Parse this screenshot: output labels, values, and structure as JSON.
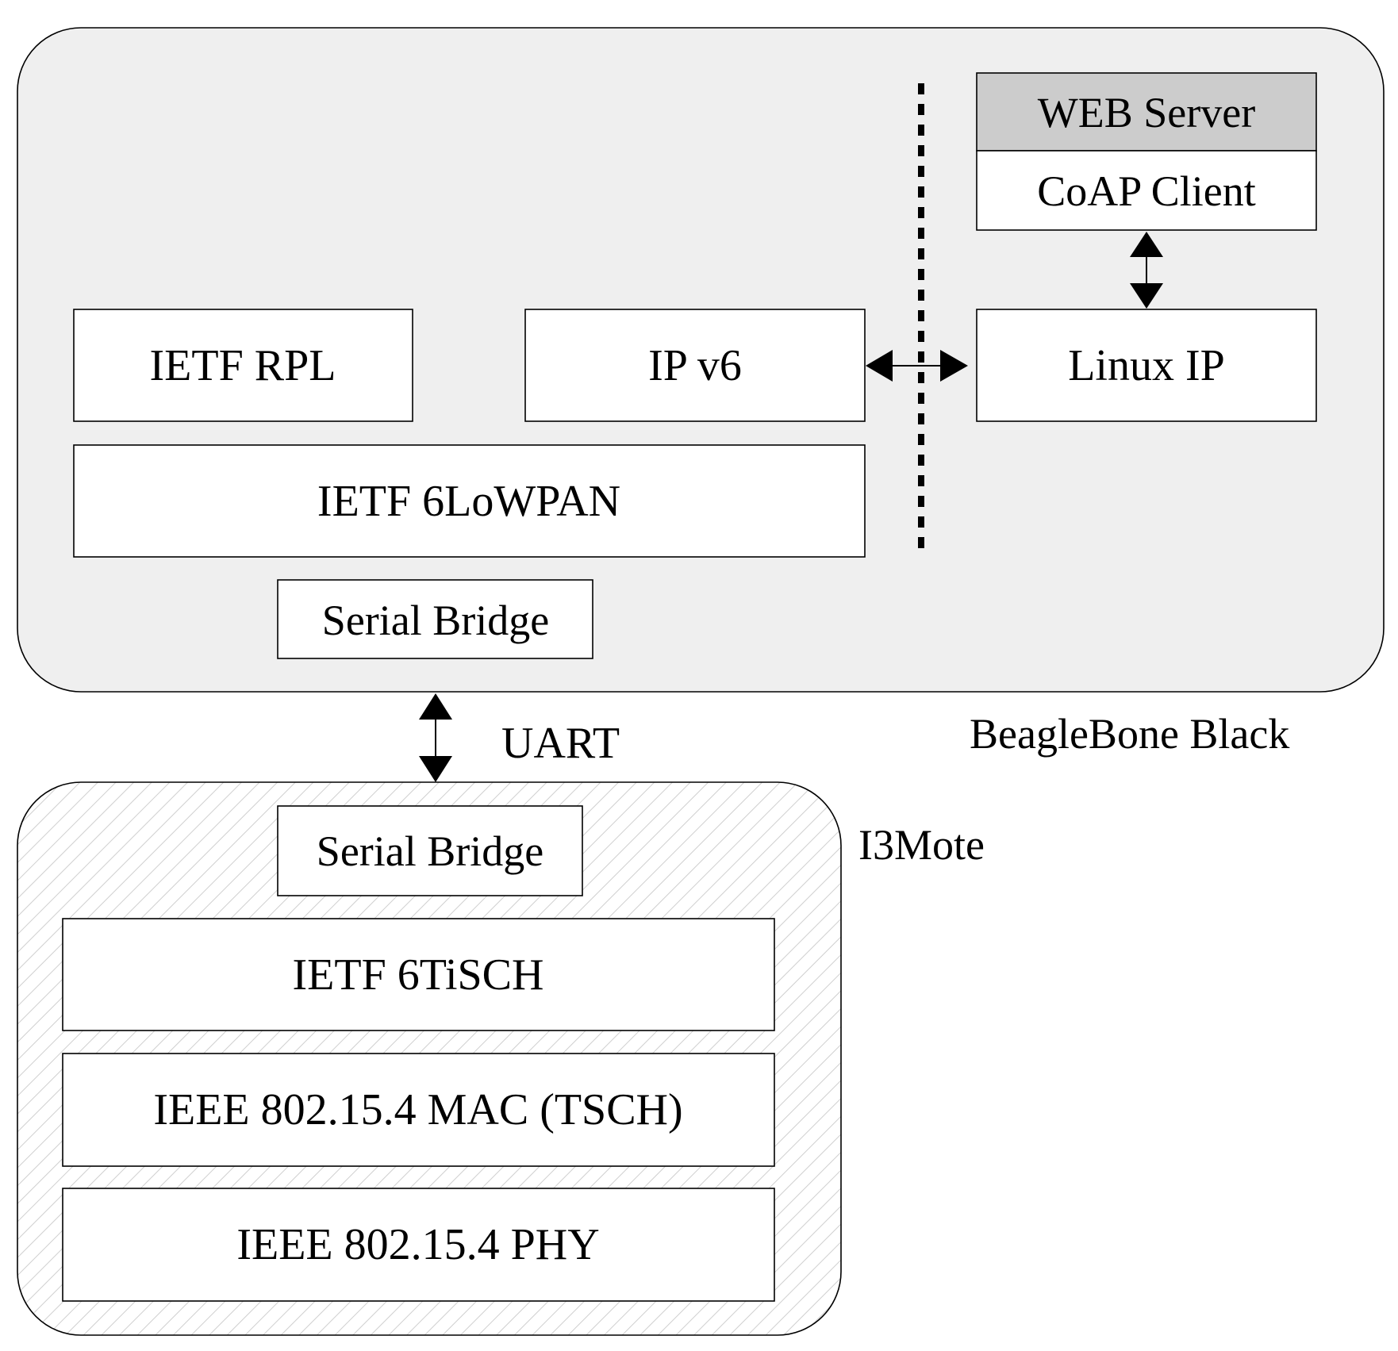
{
  "colors": {
    "beaglebone_fill": "#efefef",
    "box_fill": "#ffffff",
    "web_server_fill": "#cccccc",
    "hatch_line": "#cfcfcf",
    "stroke": "#000000"
  },
  "beaglebone": {
    "name": "BeagleBone Black",
    "layers": {
      "web_server": "WEB Server",
      "coap_client": "CoAP Client",
      "ietf_rpl": "IETF RPL",
      "ipv6": "IP v6",
      "linux_ip": "Linux IP",
      "sixlowpan": "IETF 6LoWPAN",
      "serial_bridge": "Serial Bridge"
    }
  },
  "link": {
    "label": "UART"
  },
  "i3mote": {
    "name": "I3Mote",
    "layers": {
      "serial_bridge": "Serial Bridge",
      "sixtisch": "IETF 6TiSCH",
      "mac": "IEEE 802.15.4 MAC (TSCH)",
      "phy": "IEEE 802.15.4 PHY"
    }
  }
}
